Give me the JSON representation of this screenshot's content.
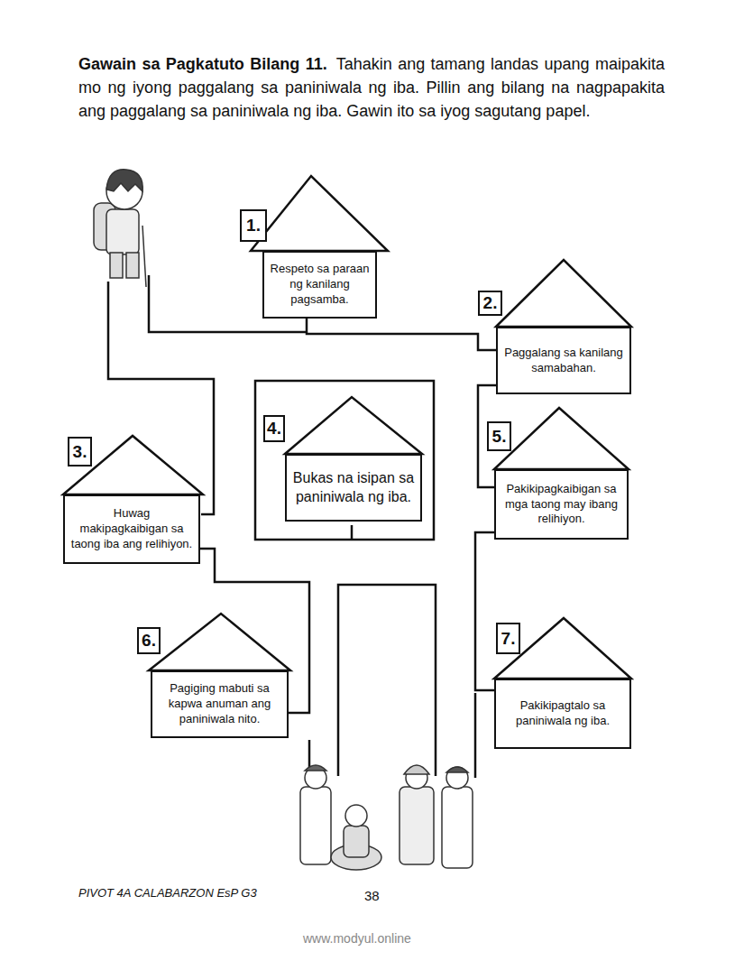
{
  "diagram": {
    "title": "Gawain sa Pagkatuto Bilang 11.",
    "nodes": [
      {
        "text": [
          "1.",
          "Respeto sa paraan ng kanilang pagsamba."
        ]
      },
      {
        "text": [
          "2.",
          "Paggalang sa kanilang samabahan."
        ]
      },
      {
        "text": [
          "3.",
          "Huwag makipagkaibigan sa taong iba ang relihiyon."
        ]
      },
      {
        "text": [
          "4.",
          "Bukas na isipan sa paniniwala ng iba."
        ]
      },
      {
        "text": [
          "5.",
          "Pakikipagkaibigan sa mga taong may ibang relihiyon."
        ]
      },
      {
        "text": [
          "6.",
          "Pagiging mabuti sa kapwa anuman ang paniniwala nito."
        ]
      },
      {
        "text": [
          "7.",
          "Pakikipagtalo sa paniniwala ng iba."
        ]
      }
    ],
    "edges": [
      {
        "from": 0,
        "to": 1,
        "arrow": "none"
      },
      {
        "from": 1,
        "to": 4,
        "arrow": "none"
      },
      {
        "from": 4,
        "to": 6,
        "arrow": "none"
      },
      {
        "from": 2,
        "to": 5,
        "arrow": "none"
      }
    ],
    "labels": [
      "Tahakin ang tamang landas upang maipakita mo ng iyong paggalang sa paniniwala ng iba. Pillin ang bilang na nagpapakita ang paggalang sa paniniwala ng iba. Gawin ito sa iyog sagutang papel.",
      "PIVOT 4A CALABARZON EsP G3",
      "38",
      "www.modyul.online"
    ]
  }
}
